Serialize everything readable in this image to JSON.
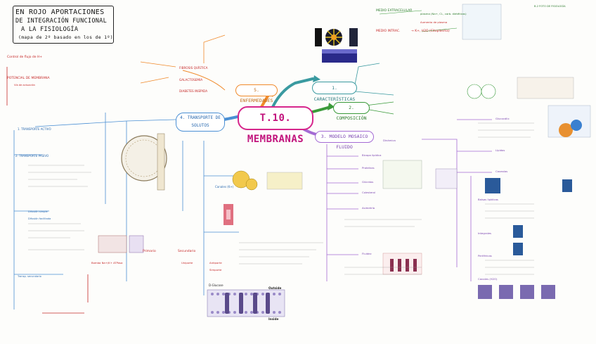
{
  "title": {
    "lines": [
      "EN ROJO APORTACIONES",
      "DE INTEGRACIÓN FUNCIONAL",
      "A LA FISIOLOGÍA",
      "(mapa de 2º basado en los de 1º)"
    ]
  },
  "hub": {
    "label": "T.10. MEMBRANAS"
  },
  "branches": {
    "caracteristicas": "1. CARACTERÍSTICAS",
    "composicion": "2. COMPOSICIÓN",
    "modelo": "3. MODELO MOSAICO FLUIDO",
    "transporte": "4. TRANSPORTE DE SOLUTOS",
    "enfermedades": "5. ENFERMEDADES"
  },
  "top_notes": {
    "medio_extracel": "MEDIO EXTRACELULAR",
    "medio_intracel": "MEDIO INTRAC.",
    "plasma": "plasma (Na+, Cl-, carb. dietéticos)",
    "mamiferos": "Aumento de plasma",
    "k_glucosa": "→ K+, H2O (Citoplasma)",
    "hb": "B.2 FOTO DE FISIOLOGÍA"
  },
  "left_notes": {
    "control": "Control de flujo de H+",
    "potencial": "POTENCIAL DE MEMBRANA",
    "via": "Vía de actuación",
    "transp_activo": "1. TRANSPORTE ACTIVO",
    "pasivo": "2. TRANSPORTE PASIVO",
    "difusion": "Difusión simple",
    "facilitada": "Difusión facilitada",
    "secundario": "Transp. secundario"
  },
  "middle_notes": {
    "fibrosis": "FIBROSIS QUÍSTICA",
    "galactosemia": "GALACTOSEMIA",
    "diabetes": "DIABETES INSÍPIDA",
    "primario": "Primario",
    "secundario2": "Secundario",
    "uniporte": "Uniporte",
    "antiporte": "Antiporte",
    "simporte": "Simporte",
    "canal": "Canales (K+)",
    "bomba": "Bomba Na+/K+ ATPasa",
    "outside": "Outside",
    "inside": "Inside",
    "glucose": "D-Glucose"
  },
  "right_notes": {
    "bicapa": "Bicapa lipídica",
    "proteinas": "Proteínas",
    "glucidos": "Glúcidos",
    "colesterol": "Colesterol",
    "asimetria": "Asimetría",
    "fluidez": "Fluidez",
    "dinamica": "Dinámica",
    "glucocalix": "Glucocálix",
    "lipidos": "Lípidos",
    "caveolas": "Caveolas",
    "balsas": "Balsas lipídicas",
    "integrales": "Integrales",
    "perifericas": "Periféricas",
    "canales": "Canales (H2O)"
  },
  "colors": {
    "hub": "#c2147d",
    "orange": "#f08a2b",
    "green": "#3a9a3a",
    "purple": "#a46bd4",
    "blue": "#4a8fd4",
    "red": "#c62828",
    "teal": "#3a9aa0"
  }
}
